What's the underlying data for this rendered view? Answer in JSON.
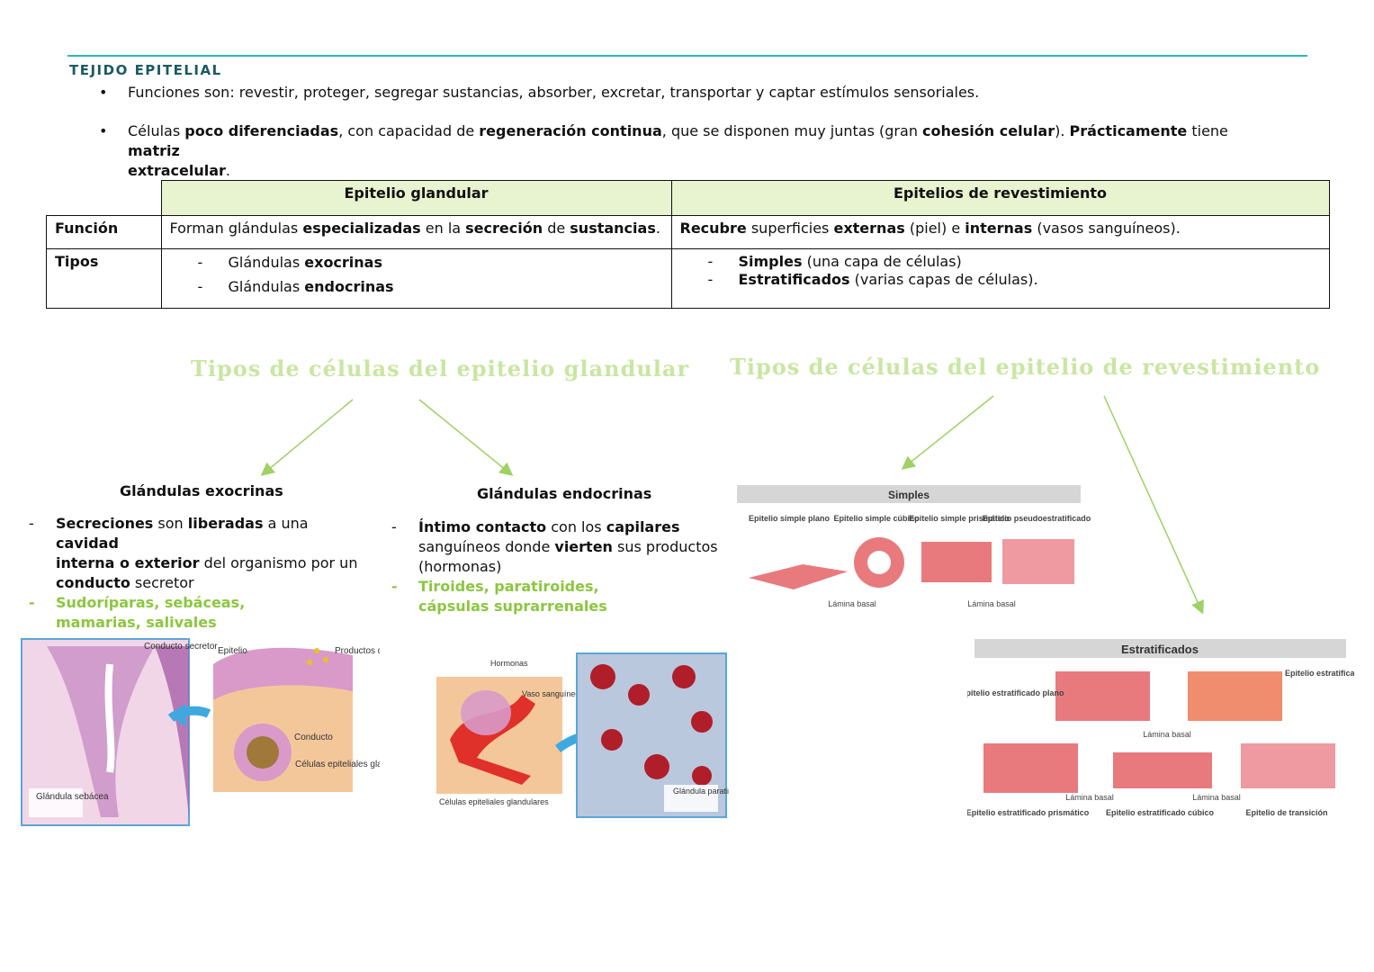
{
  "header": {
    "title": "TEJIDO EPITELIAL"
  },
  "bullets": {
    "b1": {
      "text": "Funciones son: revestir, proteger, segregar sustancias, absorber, excretar, transportar y captar estímulos sensoriales."
    },
    "b2": {
      "p1": "Células ",
      "p2": "poco diferenciadas",
      "p3": ", con capacidad de ",
      "p4": "regeneración continua",
      "p5": ", que se disponen muy juntas (gran ",
      "p6": "cohesión celular",
      "p7": "). ",
      "p8": "Prácticamente",
      "p9": " tiene ",
      "p10": "matriz",
      "p11": "extracelular",
      "p12": "."
    }
  },
  "table": {
    "col_glandular": "Epitelio glandular",
    "col_revestimiento": "Epitelios de revestimiento",
    "row_funcion": "Función",
    "row_tipos": "Tipos",
    "gl_funcion": {
      "a": "Forman glándulas ",
      "b": "especializadas",
      "c": " en la ",
      "d": "secreción",
      "e": " de ",
      "f": "sustancias",
      "g": "."
    },
    "rev_funcion": {
      "a": "Recubre",
      "b": " superficies ",
      "c": "externas",
      "d": " (piel) e ",
      "e": "internas",
      "f": " (vasos sanguíneos)."
    },
    "gl_tipos": [
      {
        "a": "Glándulas ",
        "b": "exocrinas"
      },
      {
        "a": "Glándulas ",
        "b": "endocrinas"
      }
    ],
    "rev_tipos": [
      {
        "a": "Simples",
        "b": " (una capa de células)"
      },
      {
        "a": "Estratificados",
        "b": " (varias capas de células)."
      }
    ],
    "dash": "-"
  },
  "sections": {
    "glandular_title": "Tipos de células del epitelio glandular",
    "revestimiento_title": "Tipos de células del epitelio de revestimiento"
  },
  "exocrinas": {
    "title": "Glándulas exocrinas",
    "l1": {
      "a": "Secreciones",
      "b": " son ",
      "c": "liberadas",
      "d": " a una ",
      "e": "cavidad",
      "f": "interna o exterior",
      "g": " del organismo por un",
      "h": "conducto",
      "i": " secretor"
    },
    "l2": "Sudoríparas, sebáceas, mamarias, salivales"
  },
  "endocrinas": {
    "title": "Glándulas endocrinas",
    "l1": {
      "a": "Íntimo contacto",
      "b": " con los ",
      "c": "capilares",
      "d": "sanguíneos donde ",
      "e": "vierten",
      "f": " sus productos",
      "g": "(hormonas)"
    },
    "l2": "Tiroides, paratiroides, cápsulas suprarrenales"
  },
  "fig_exo": {
    "conducto_secretor": "Conducto secretor",
    "epitelio": "Epitelio",
    "productos": "Productos de la secreción",
    "conducto": "Conducto",
    "celulas": "Células epiteliales glandulares",
    "glandula": "Glándula sebácea"
  },
  "fig_endo": {
    "hormonas": "Hormonas",
    "vaso": "Vaso sanguíneo",
    "celulas": "Células epiteliales glandulares",
    "glandula": "Glándula paratiroidea"
  },
  "fig_simples": {
    "title": "Simples",
    "plano": "Epitelio simple plano",
    "cubico": "Epitelio simple cúbico",
    "prismatico": "Epitelio simple prismático",
    "pseudo": "Epitelio pseudoestratificado",
    "lamina1": "Lámina basal",
    "lamina2": "Lámina basal"
  },
  "fig_estrat": {
    "title": "Estratificados",
    "plano": "Epitelio estratificado plano",
    "queratinizado": "Epitelio estratificado plano queratinizado",
    "lamina1": "Lámina basal",
    "lamina2": "Lámina basal",
    "lamina3": "Lámina basal",
    "prismatico": "Epitelio estratificado prismático",
    "cubico": "Epitelio estratificado cúbico",
    "transicion": "Epitelio de transición"
  },
  "colors": {
    "accent_teal": "#2cb5b5",
    "title_teal": "#1a5a63",
    "header_green": "#e8f3cf",
    "section_green": "#c9e6a2",
    "list_green": "#8cc63f",
    "arrow_green": "#9fd164"
  }
}
